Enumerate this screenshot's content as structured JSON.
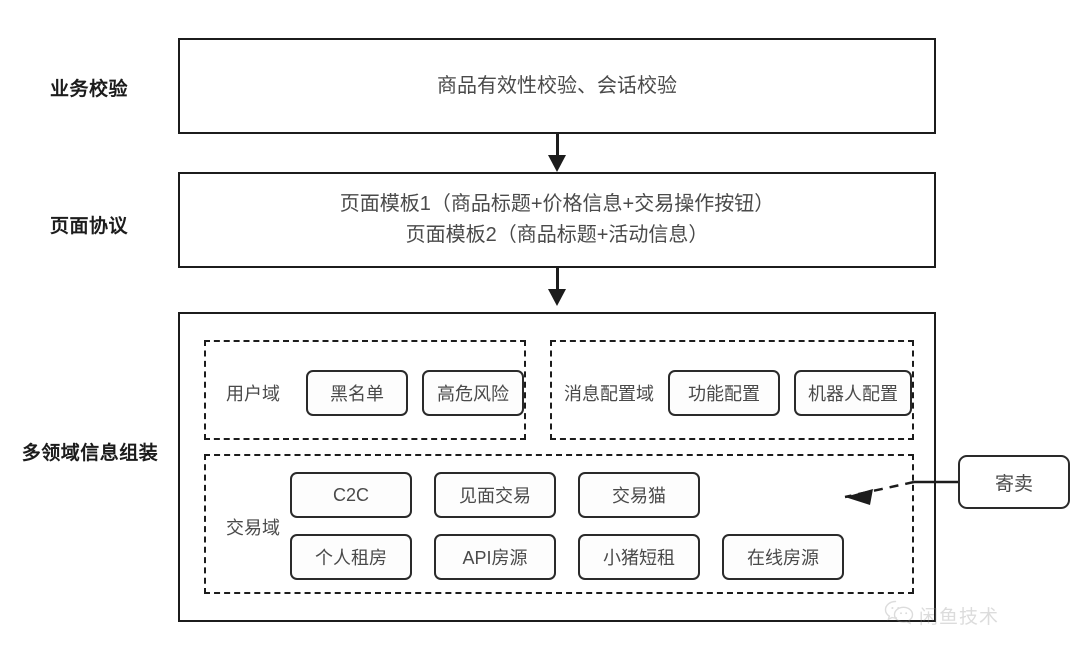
{
  "diagram": {
    "rows": [
      {
        "label": "业务校验"
      },
      {
        "label": "页面协议"
      },
      {
        "label": "多领域信息组装"
      }
    ],
    "business_check": {
      "text": "商品有效性校验、会话校验"
    },
    "page_protocol": {
      "line1": "页面模板1（商品标题+价格信息+交易操作按钮）",
      "line2": "页面模板2（商品标题+活动信息）"
    },
    "domains": [
      {
        "id": "user-domain",
        "label": "用户域",
        "chips": [
          "黑名单",
          "高危风险"
        ]
      },
      {
        "id": "message-config-domain",
        "label": "消息配置域",
        "chips": [
          "功能配置",
          "机器人配置"
        ]
      },
      {
        "id": "trade-domain",
        "label": "交易域",
        "chips_row1": [
          "C2C",
          "见面交易",
          "交易猫"
        ],
        "chips_row2": [
          "个人租房",
          "API房源",
          "小猪短租",
          "在线房源"
        ]
      }
    ],
    "callout": {
      "label": "寄卖"
    },
    "watermark": {
      "text": "闲鱼技术",
      "icon": "wechat-icon"
    },
    "colors": {
      "stroke": "#1c1c1c",
      "chip_stroke": "#2a2a2a",
      "text": "#4a4a4a",
      "label": "#1c1c1c",
      "background": "#ffffff"
    }
  }
}
